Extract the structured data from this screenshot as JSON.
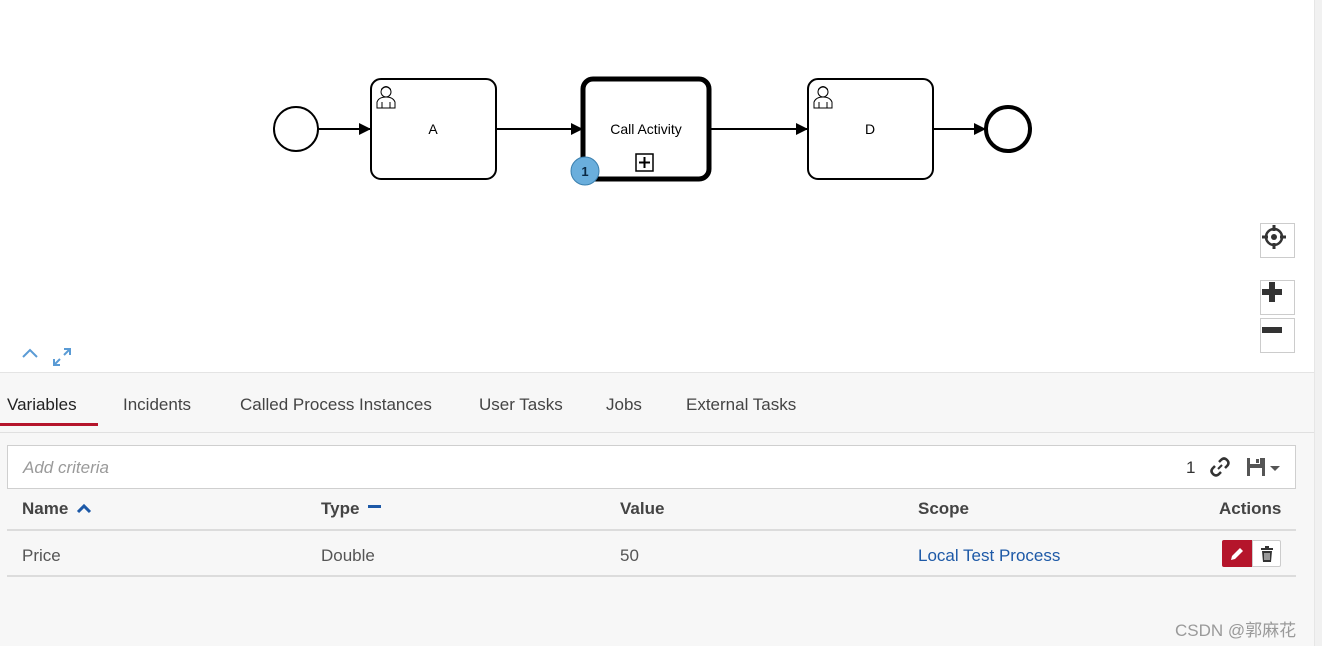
{
  "diagram": {
    "task_a": "A",
    "call_activity": "Call Activity",
    "call_activity_badge": "1",
    "task_d": "D"
  },
  "tabs": [
    "Variables",
    "Incidents",
    "Called Process Instances",
    "User Tasks",
    "Jobs",
    "External Tasks"
  ],
  "active_tab": "Variables",
  "search": {
    "placeholder": "Add criteria",
    "count": "1"
  },
  "table": {
    "headers": [
      "Name",
      "Type",
      "Value",
      "Scope",
      "Actions"
    ],
    "rows": [
      {
        "name": "Price",
        "type": "Double",
        "value": "50",
        "scope": "Local Test Process"
      }
    ]
  },
  "icons": [
    "user-icon",
    "expand-marker-icon",
    "recenter-icon",
    "zoom-in-icon",
    "zoom-out-icon",
    "collapse-icon",
    "fullscreen-icon",
    "sort-asc-icon",
    "sort-none-icon",
    "link-icon",
    "save-icon",
    "pencil-icon",
    "trash-icon"
  ],
  "colors": {
    "accent": "#b5152b",
    "link": "#1d59a7",
    "badge": "#6aaedc"
  },
  "watermark": "CSDN @郭麻花"
}
